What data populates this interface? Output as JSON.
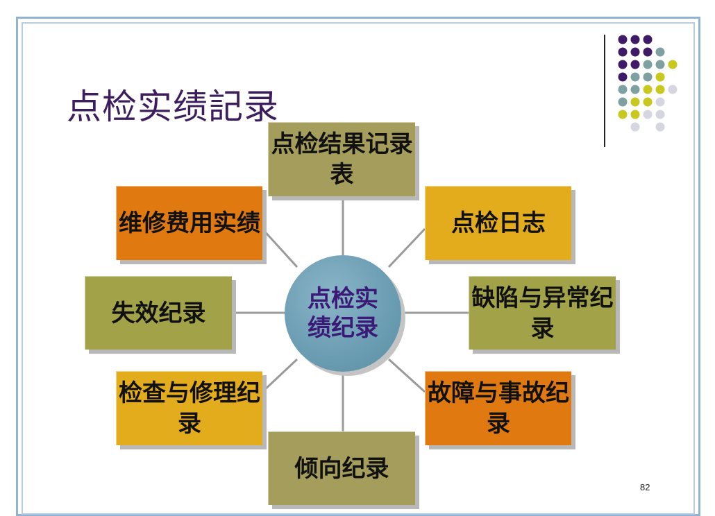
{
  "title": "点检实绩記录",
  "page_number": "82",
  "center": {
    "label": "点检实绩纪录",
    "color": "#6a9cb2",
    "text_color": "#3b1a77"
  },
  "nodes": [
    {
      "id": "top",
      "label": "点检结果记录表",
      "color": "#a59d5c"
    },
    {
      "id": "top-left",
      "label": "维修费用实绩",
      "color": "#e07a10"
    },
    {
      "id": "top-right",
      "label": "点检日志",
      "color": "#e3ac1c"
    },
    {
      "id": "left",
      "label": "失效纪录",
      "color": "#a2a348"
    },
    {
      "id": "right",
      "label": "缺陷与异常纪录",
      "color": "#a2a348"
    },
    {
      "id": "bottom-left",
      "label": "检查与修理纪录",
      "color": "#e3ac1c"
    },
    {
      "id": "bottom-right",
      "label": "故障与事故纪录",
      "color": "#e07a10"
    },
    {
      "id": "bottom",
      "label": "倾向纪录",
      "color": "#a59d5c"
    }
  ],
  "decor": {
    "dot_colors": [
      "#3f1a66",
      "#7fa0a0",
      "#c8c81e",
      "#d6d6e0"
    ],
    "frame_color": "#8fb3d3"
  }
}
